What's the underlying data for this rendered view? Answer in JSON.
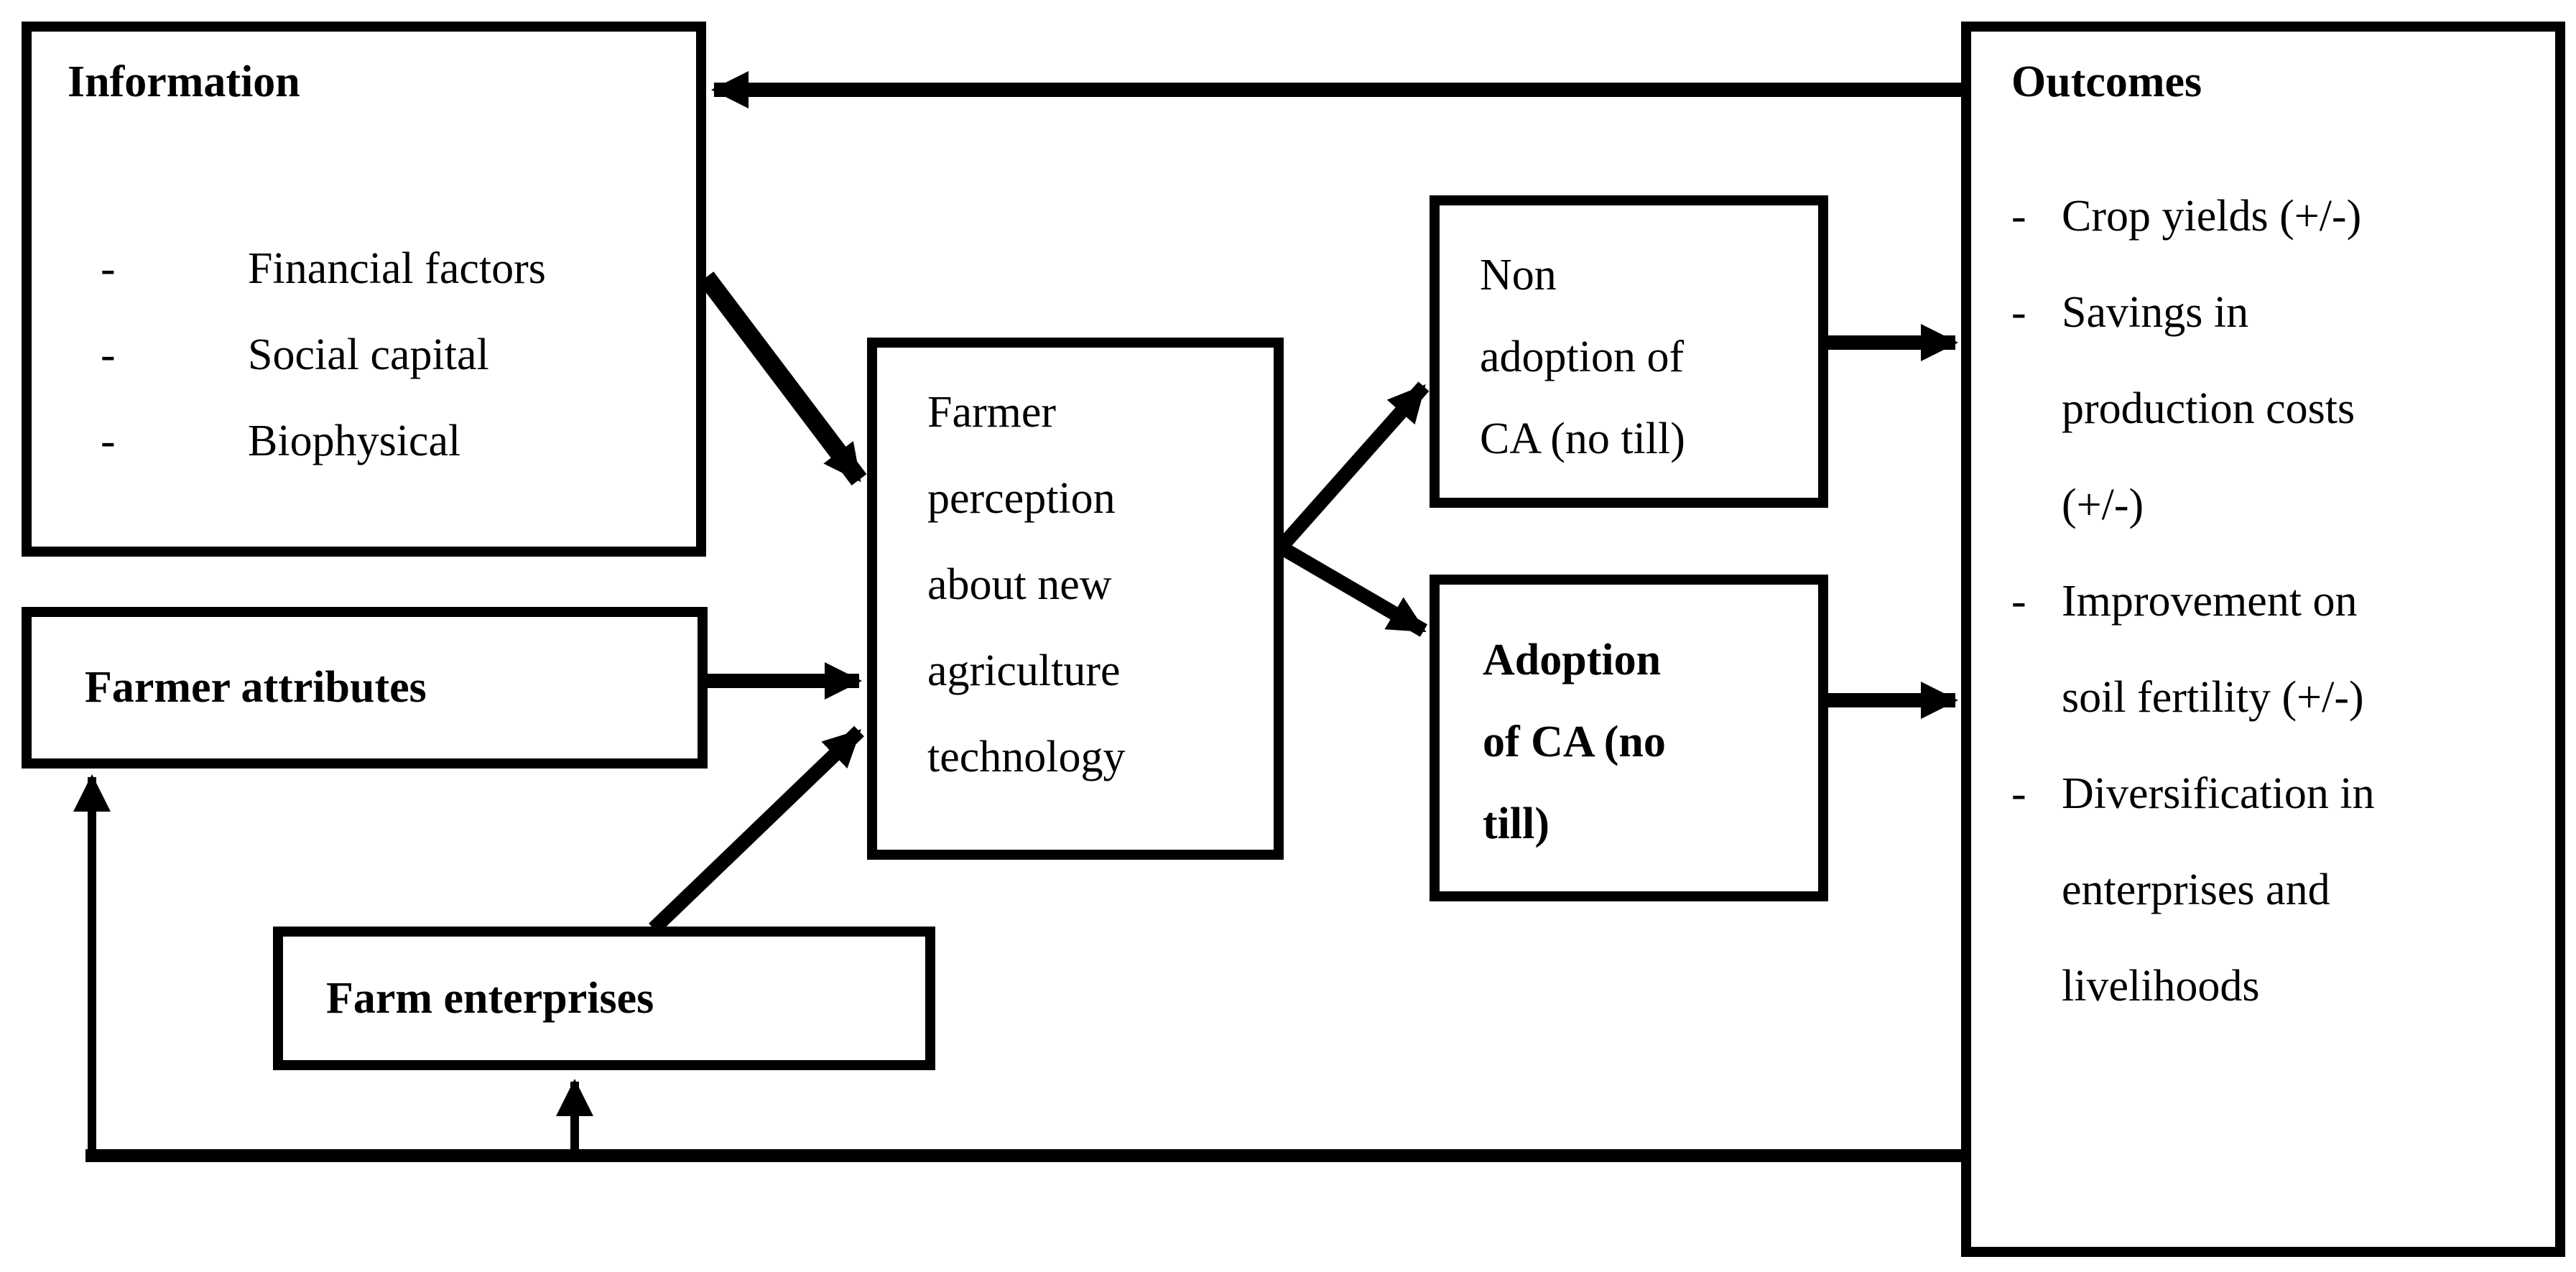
{
  "figure": {
    "background_color": "#ffffff",
    "ink_color": "#000000",
    "bullet": "-"
  },
  "boxes": {
    "information": {
      "title": "Information",
      "items": [
        "Financial factors",
        "Social capital",
        "Biophysical"
      ]
    },
    "farmer_attributes": {
      "label": "Farmer attributes"
    },
    "farm_enterprises": {
      "label": "Farm enterprises"
    },
    "perception": {
      "label": "Farmer perception about new agriculture technology",
      "lines": [
        "Farmer",
        "perception",
        "about new",
        "agriculture",
        "technology"
      ]
    },
    "non_adoption": {
      "label": "Non adoption of CA (no till)",
      "lines": [
        "Non",
        "adoption of",
        "CA (no till)"
      ]
    },
    "adoption": {
      "label": "Adoption of CA (no till)",
      "lines": [
        "Adoption",
        "of CA (no",
        "till)"
      ]
    },
    "outcomes": {
      "title": "Outcomes",
      "items": [
        {
          "lines": [
            "Crop yields (+/-)"
          ]
        },
        {
          "lines": [
            "Savings in",
            "production costs",
            "(+/-)"
          ]
        },
        {
          "lines": [
            "Improvement on",
            "soil fertility (+/-)"
          ]
        },
        {
          "lines": [
            "Diversification in",
            "enterprises and",
            "livelihoods"
          ]
        }
      ]
    }
  }
}
